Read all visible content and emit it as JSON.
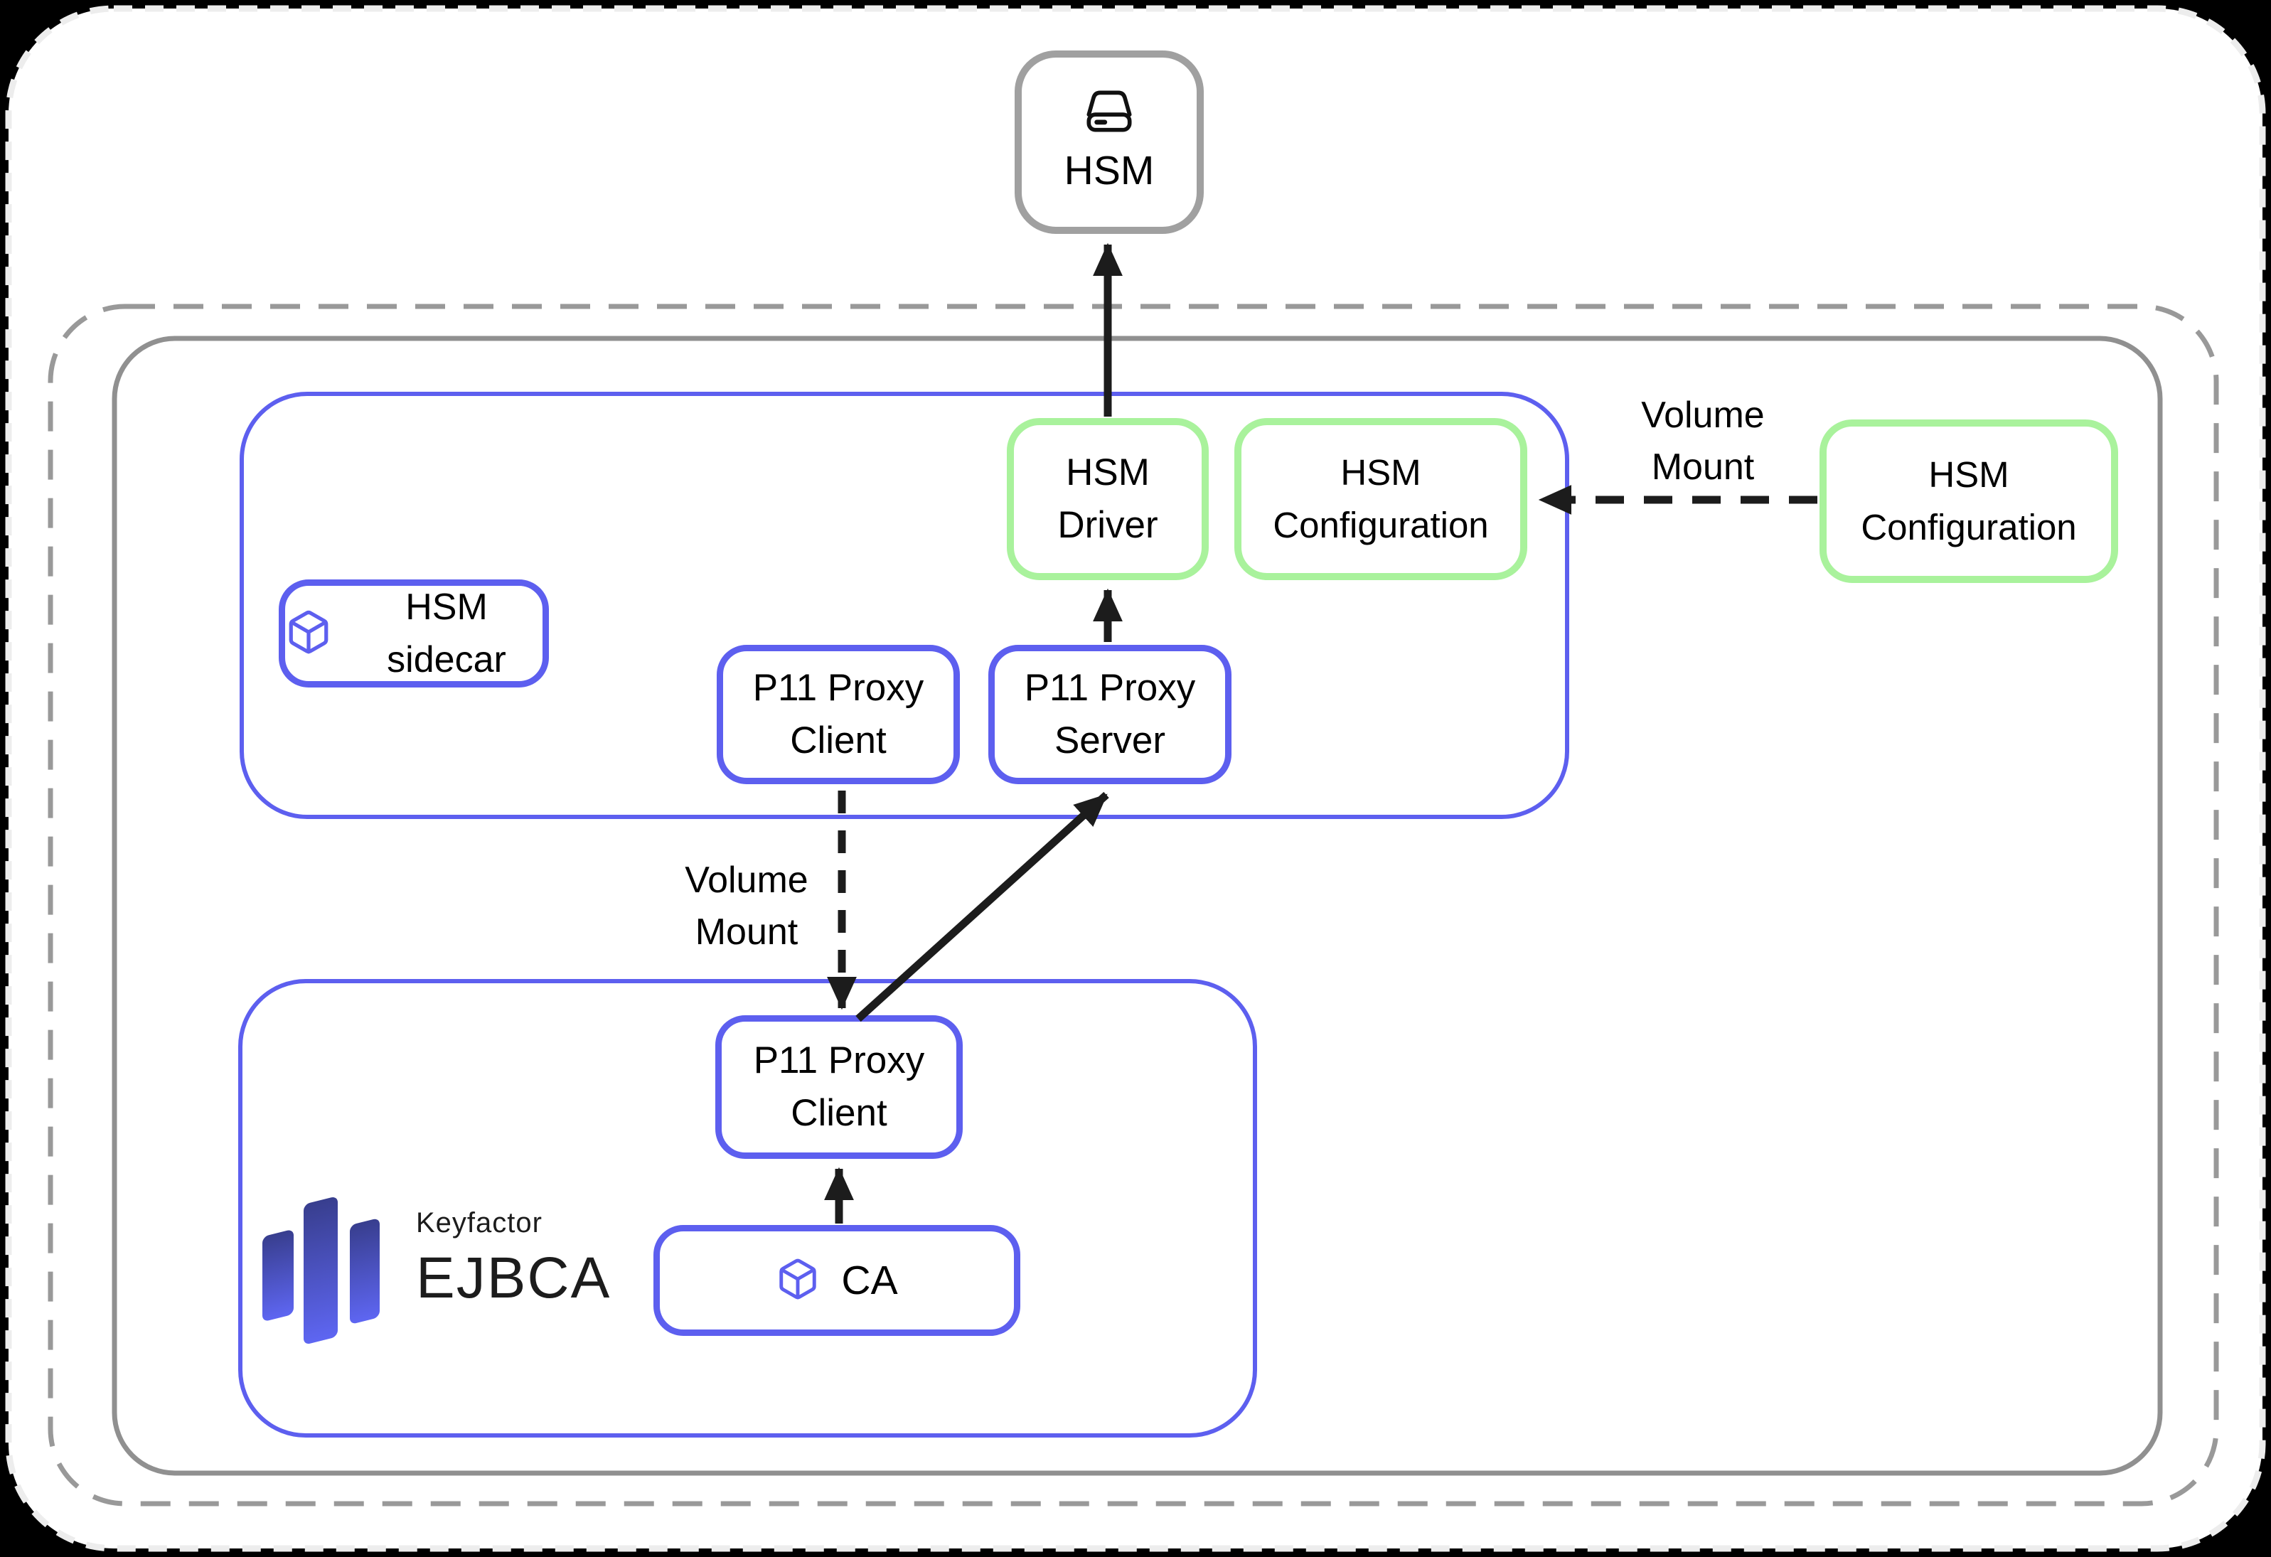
{
  "diagram": {
    "hsm": {
      "label": "HSM"
    },
    "sidecar_pod": {
      "sidecar_label": "HSM sidecar",
      "p11_proxy_client": {
        "line1": "P11 Proxy",
        "line2": "Client"
      },
      "p11_proxy_server": {
        "line1": "P11 Proxy",
        "line2": "Server"
      },
      "hsm_driver": {
        "line1": "HSM",
        "line2": "Driver"
      },
      "hsm_configuration": {
        "line1": "HSM",
        "line2": "Configuration"
      }
    },
    "ejbca_pod": {
      "p11_proxy_client": {
        "line1": "P11 Proxy",
        "line2": "Client"
      },
      "ca_label": "CA",
      "logo": {
        "brand": "Keyfactor",
        "product": "EJBCA"
      }
    },
    "external_config": {
      "line1": "HSM",
      "line2": "Configuration"
    },
    "labels": {
      "volume_mount_right": {
        "line1": "Volume",
        "line2": "Mount"
      },
      "volume_mount_left": {
        "line1": "Volume",
        "line2": "Mount"
      }
    },
    "colors": {
      "accent_blue": "#5d5fef",
      "accent_green": "#a9f29c",
      "node_gray": "#a0a0a0",
      "frame_gray": "#909090",
      "dashed_gray": "#999999",
      "page_edge": "#ededed",
      "arrow_black": "#1c1c1c",
      "logo_gradient_top": "#383e8e",
      "logo_gradient_bottom": "#5e66f2"
    }
  }
}
